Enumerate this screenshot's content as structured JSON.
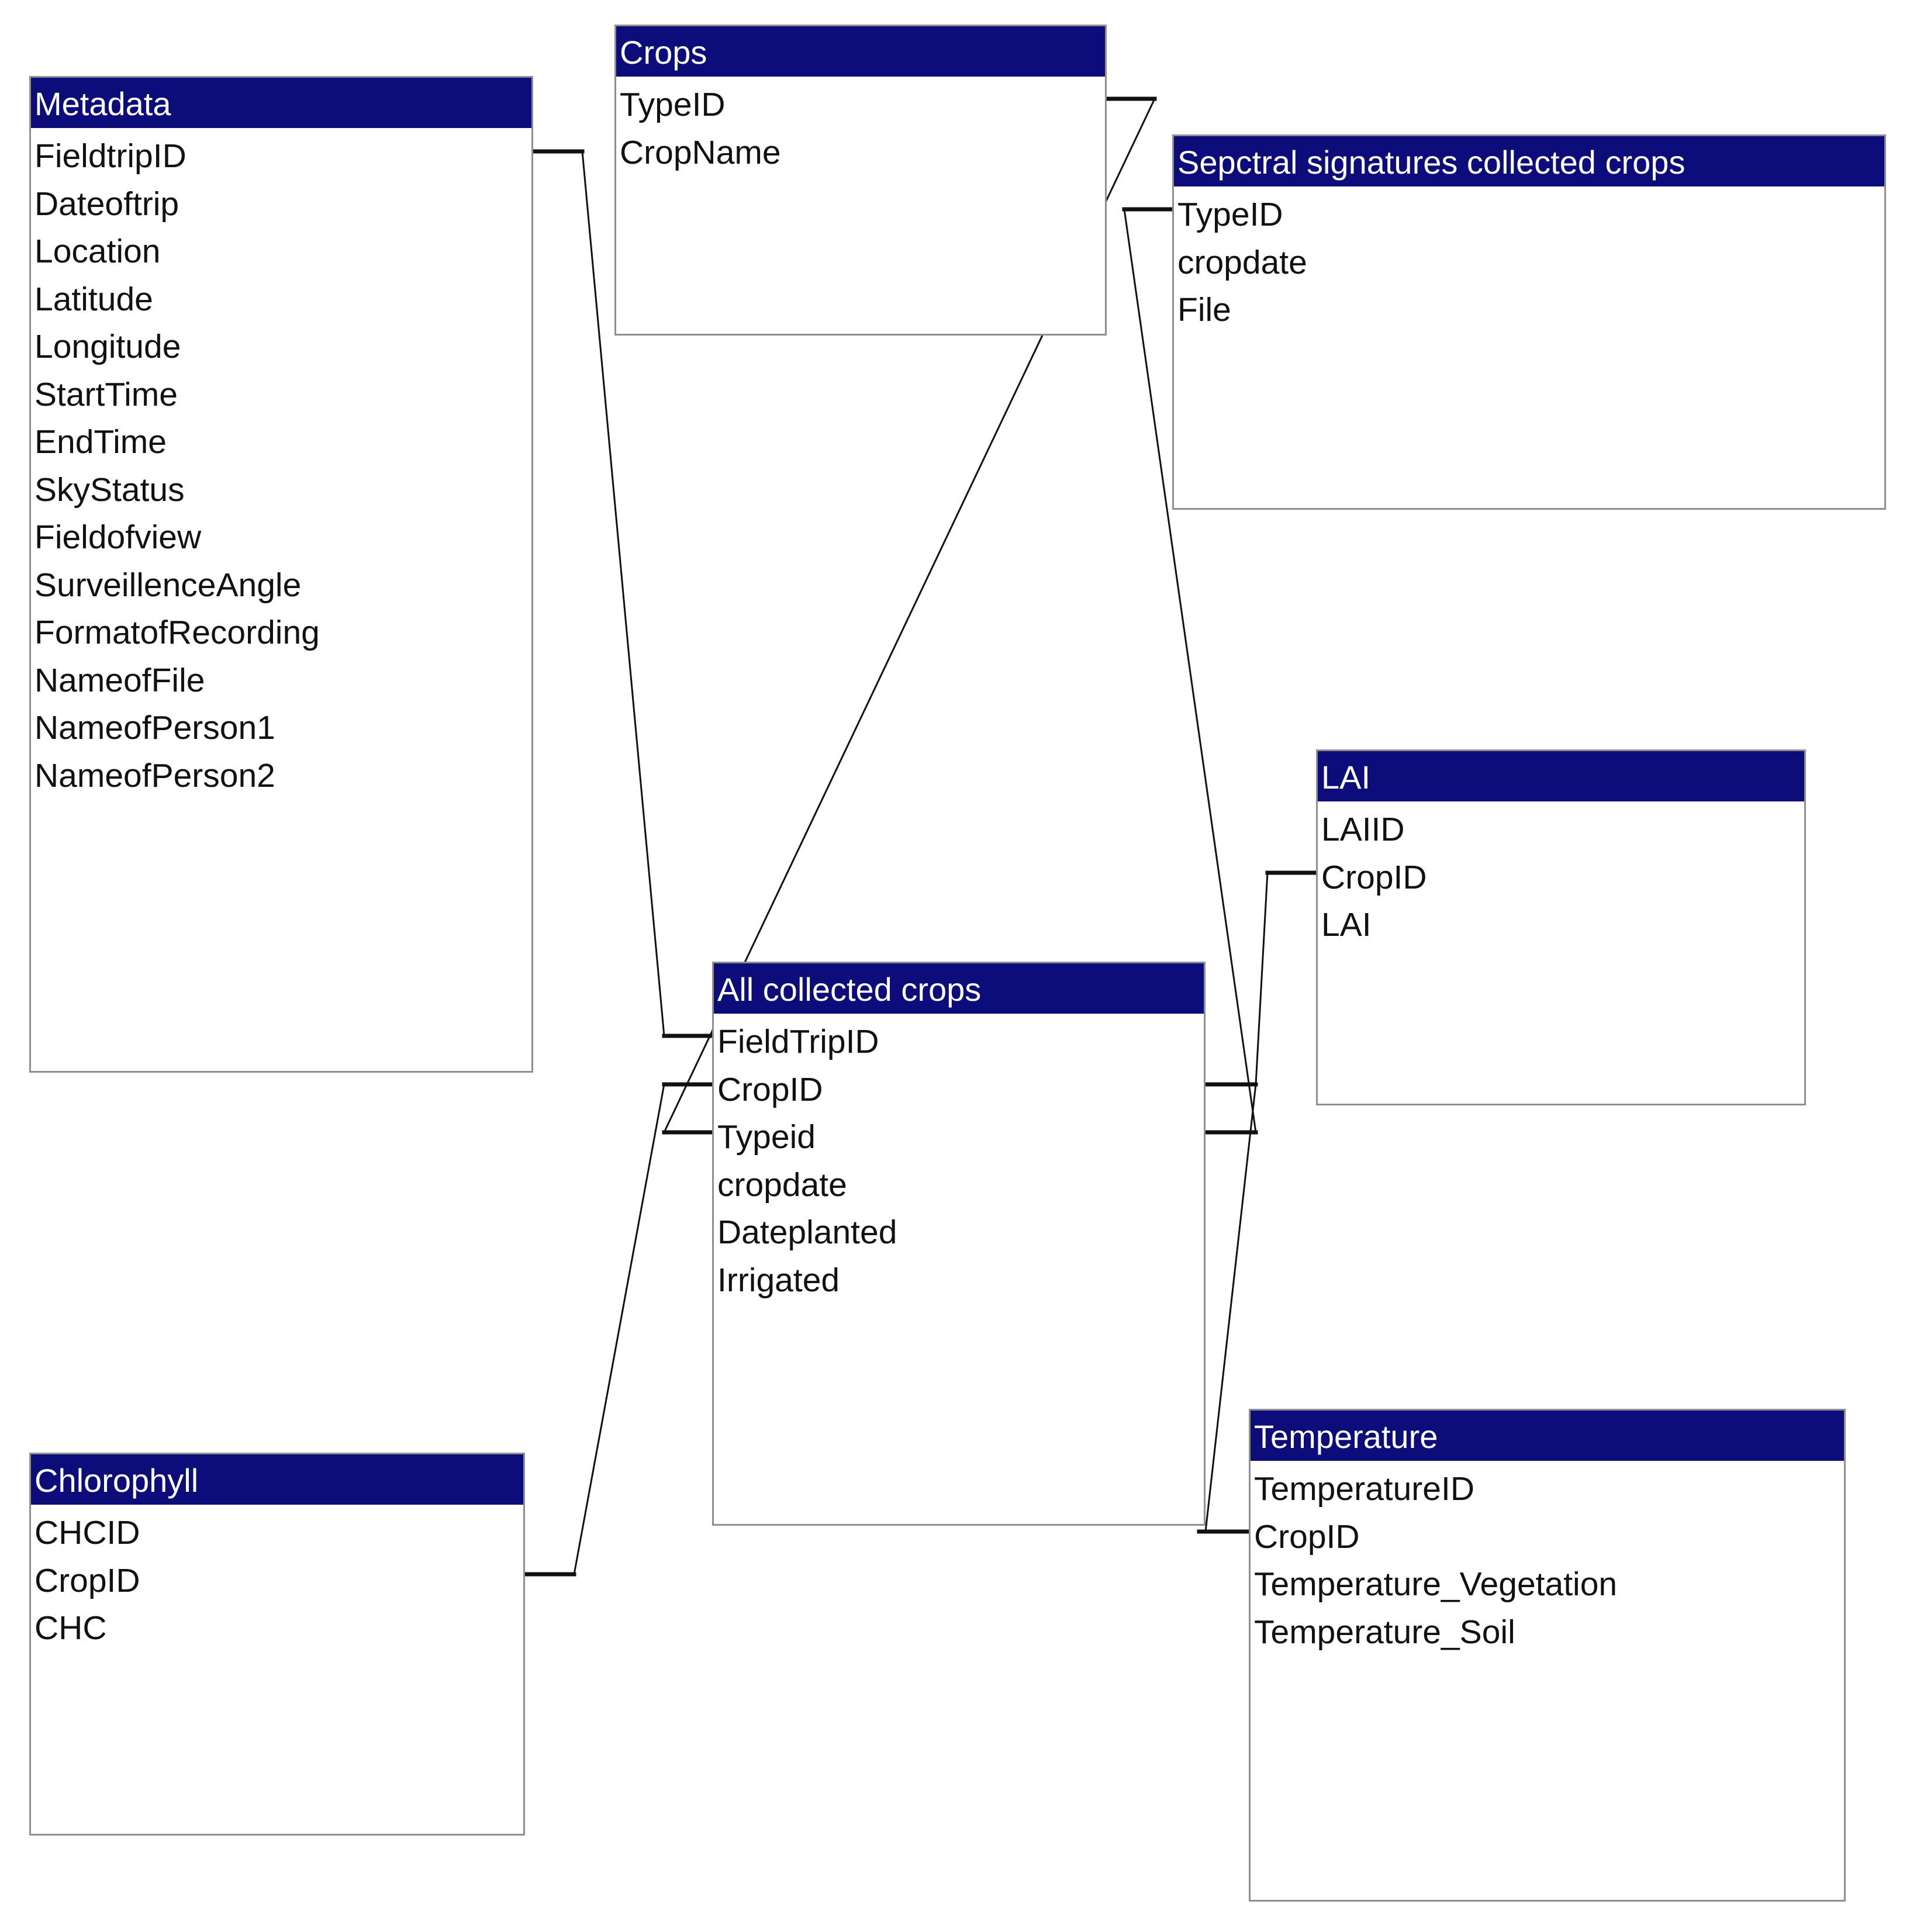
{
  "tables": {
    "metadata": {
      "title": "Metadata",
      "fields": [
        "FieldtripID",
        "Dateoftrip",
        "Location",
        "Latitude",
        "Longitude",
        "StartTime",
        "EndTime",
        "SkyStatus",
        "Fieldofview",
        "SurveillenceAngle",
        "FormatofRecording",
        "NameofFile",
        "NameofPerson1",
        "NameofPerson2"
      ]
    },
    "crops": {
      "title": "Crops",
      "fields": [
        "TypeID",
        "CropName"
      ]
    },
    "spectral": {
      "title": "Sepctral signatures collected crops",
      "fields": [
        "TypeID",
        "cropdate",
        "File"
      ]
    },
    "lai": {
      "title": "LAI",
      "fields": [
        "LAIID",
        "CropID",
        "LAI"
      ]
    },
    "all_collected": {
      "title": "All collected crops",
      "fields": [
        "FieldTripID",
        "CropID",
        "Typeid",
        "cropdate",
        "Dateplanted",
        "Irrigated"
      ]
    },
    "chlorophyll": {
      "title": "Chlorophyll",
      "fields": [
        "CHCID",
        "CropID",
        "CHC"
      ]
    },
    "temperature": {
      "title": "Temperature",
      "fields": [
        "TemperatureID",
        "CropID",
        "Temperature_Vegetation",
        "Temperature_Soil"
      ]
    }
  },
  "colors": {
    "header_background": "#0c0d7a",
    "header_text": "#ffffff",
    "border": "#8f8f8f",
    "link": "#111111"
  }
}
